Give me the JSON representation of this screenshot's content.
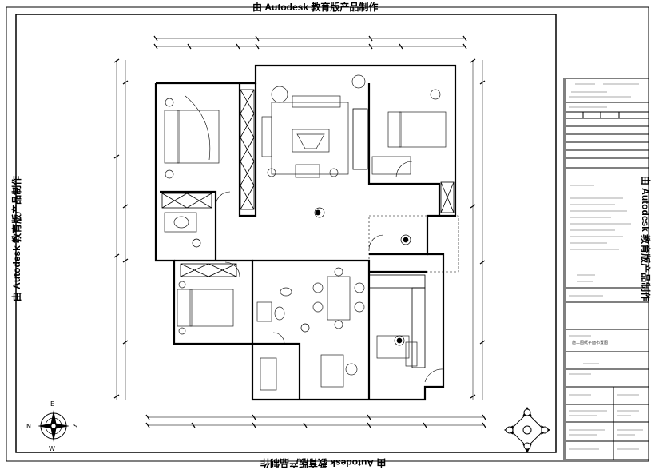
{
  "watermark": {
    "top": "由 Autodesk 教育版产品制作",
    "bottom": "由 Autodesk 教育版产品制作",
    "left": "由 Autodesk 教育版产品制作",
    "right": "由 Autodesk 教育版产品制作"
  },
  "compass": {
    "east": "E",
    "north": "N",
    "south": "S",
    "west": "W"
  },
  "title_block": {
    "project_line": "施工图纸平面布置图"
  },
  "colors": {
    "line": "#000000",
    "dim": "#444444",
    "furniture": "#222222"
  },
  "icons": [
    "north-arrow-icon",
    "view-orientation-icon"
  ]
}
